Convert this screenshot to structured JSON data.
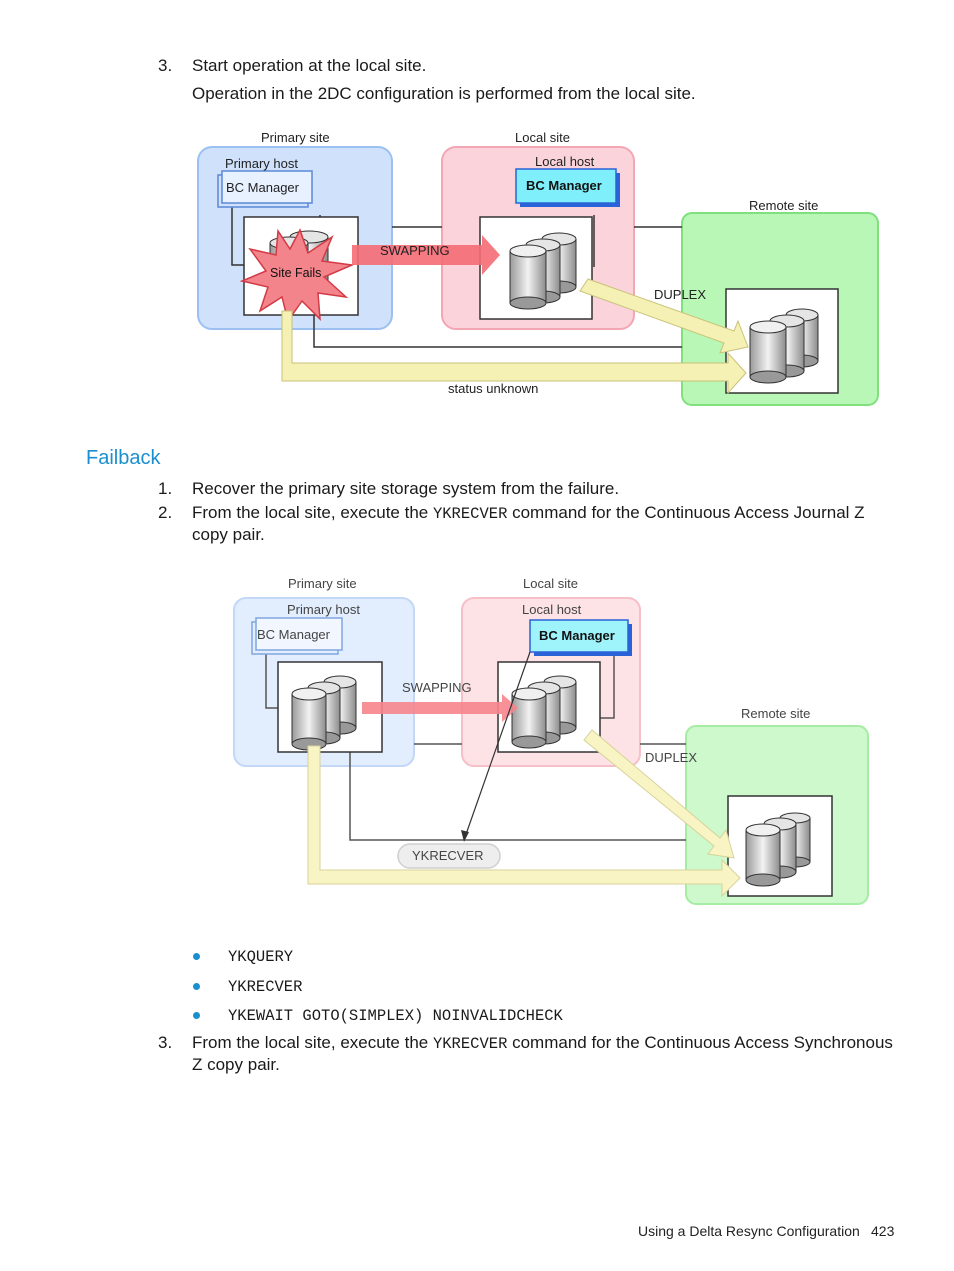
{
  "step3_top": {
    "number": "3.",
    "text": "Start operation at the local site.",
    "sub": "Operation in the 2DC configuration is performed from the local site."
  },
  "figure1": {
    "primary_site": "Primary site",
    "primary_host": "Primary host",
    "bc_manager_primary": "BC Manager",
    "site_fails": "Site Fails",
    "local_site": "Local site",
    "local_host": "Local host",
    "bc_manager_local": "BC Manager",
    "remote_site": "Remote site",
    "swapping": "SWAPPING",
    "duplex": "DUPLEX",
    "status_unknown": "status unknown"
  },
  "failback": {
    "heading": "Failback",
    "steps": [
      {
        "number": "1.",
        "text": "Recover the primary site storage system from the failure."
      },
      {
        "number": "2.",
        "text_before": "From the local site, execute the ",
        "code": "YKRECVER",
        "text_after": " command for the Continuous Access Journal Z",
        "text_line2": "copy pair."
      }
    ]
  },
  "figure2": {
    "primary_site": "Primary site",
    "primary_host": "Primary host",
    "bc_manager_primary": "BC Manager",
    "local_site": "Local site",
    "local_host": "Local host",
    "bc_manager_local": "BC Manager",
    "remote_site": "Remote site",
    "swapping": "SWAPPING",
    "duplex": "DUPLEX",
    "ykrecver": "YKRECVER"
  },
  "bullets": [
    "YKQUERY",
    "YKRECVER",
    "YKEWAIT GOTO(SIMPLEX) NOINVALIDCHECK"
  ],
  "step3_bottom": {
    "number": "3.",
    "text_before": "From the local site, execute the ",
    "code": "YKRECVER",
    "text_after": " command for the Continuous Access Synchronous",
    "text_line2": "Z copy pair."
  },
  "footer": {
    "section": "Using a Delta Resync Configuration",
    "page": "423"
  }
}
